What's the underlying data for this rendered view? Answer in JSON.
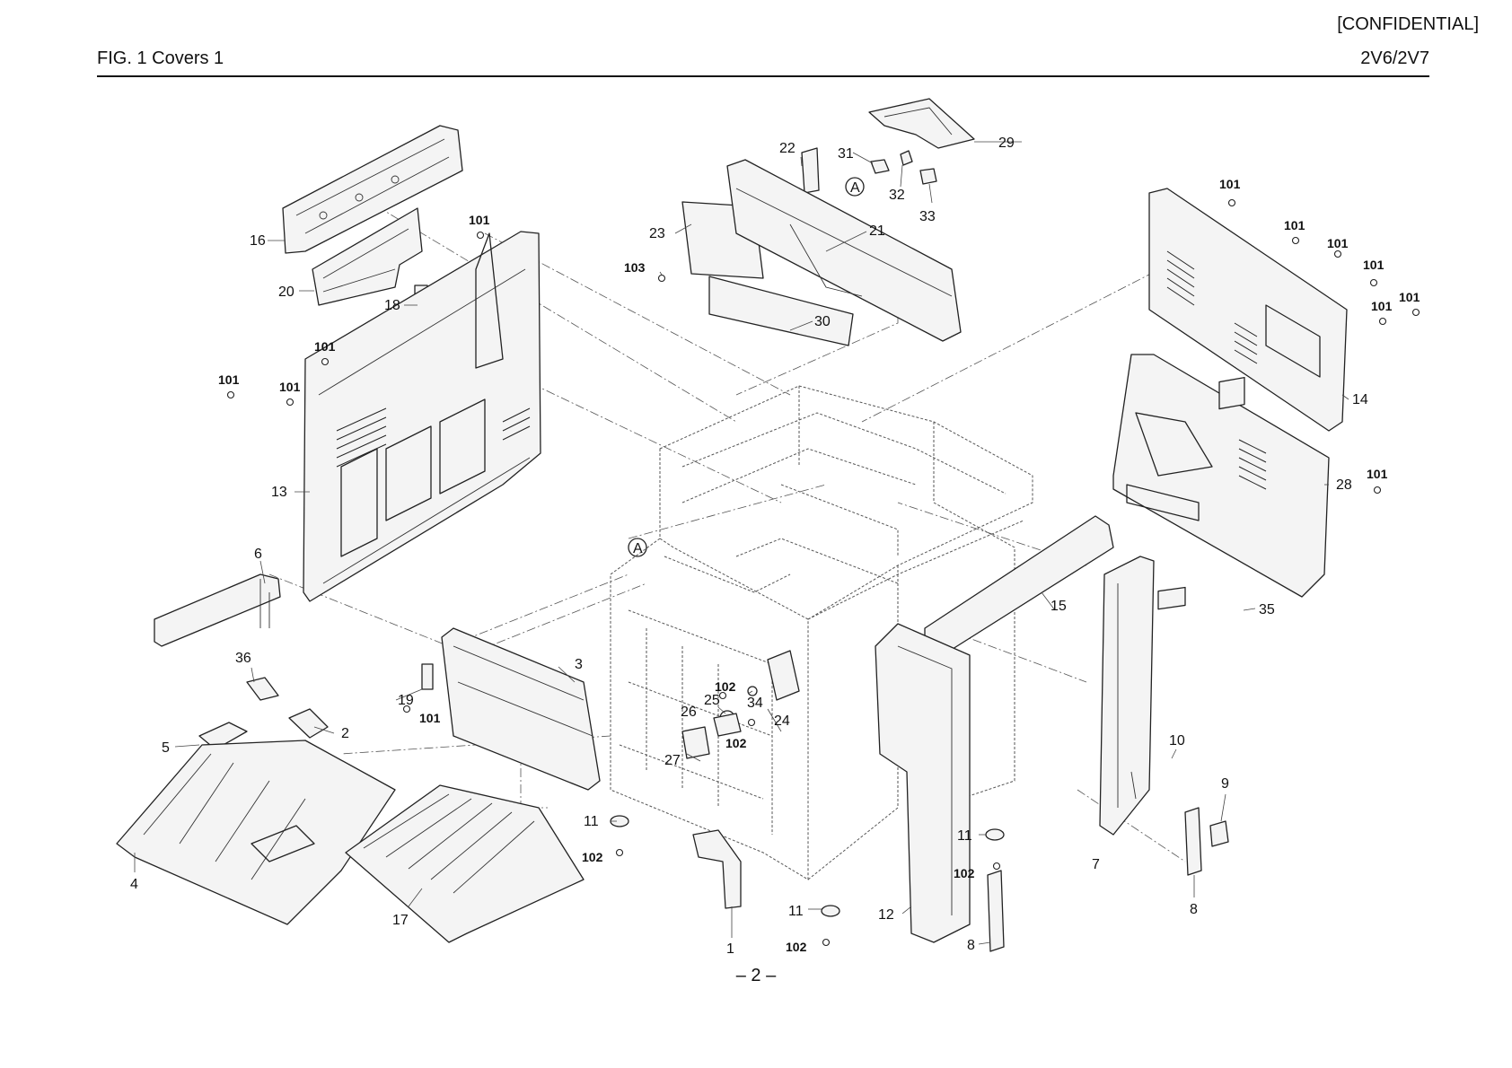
{
  "header": {
    "confidential": "[CONFIDENTIAL]",
    "figure_title": "FIG.  1  Covers 1",
    "model": "2V6/2V7"
  },
  "footer": {
    "page_number": "– 2 –"
  },
  "callouts": {
    "c1": "1",
    "c2": "2",
    "c3": "3",
    "c4": "4",
    "c5": "5",
    "c6": "6",
    "c7": "7",
    "c8a": "8",
    "c8b": "8",
    "c9": "9",
    "c10": "10",
    "c11a": "11",
    "c11b": "11",
    "c11c": "11",
    "c12": "12",
    "c13": "13",
    "c14": "14",
    "c15": "15",
    "c16": "16",
    "c17": "17",
    "c18": "18",
    "c19": "19",
    "c20": "20",
    "c21": "21",
    "c22": "22",
    "c23": "23",
    "c24": "24",
    "c25": "25",
    "c26": "26",
    "c27": "27",
    "c28": "28",
    "c29": "29",
    "c30": "30",
    "c31": "31",
    "c32": "32",
    "c33": "33",
    "c34": "34",
    "c35": "35",
    "c36": "36",
    "s101a": "101",
    "s101b": "101",
    "s101c": "101",
    "s101d": "101",
    "s101e": "101",
    "s101f": "101",
    "s101g": "101",
    "s101h": "101",
    "s101i": "101",
    "s101j": "101",
    "s101k": "101",
    "s101l": "101",
    "s102a": "102",
    "s102b": "102",
    "s102c": "102",
    "s102d": "102",
    "s102e": "102",
    "s103": "103",
    "refA1": "A",
    "refA2": "A"
  }
}
